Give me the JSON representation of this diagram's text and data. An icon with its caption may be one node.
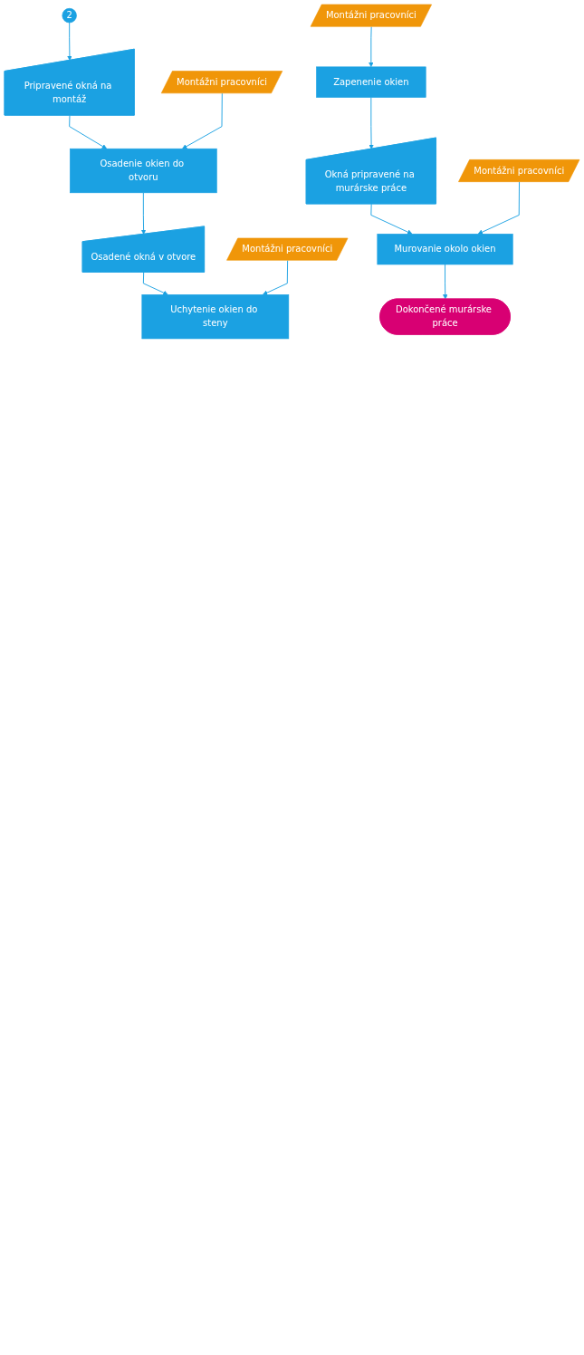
{
  "diagram": {
    "nodes": [
      {
        "text": [
          "2"
        ]
      },
      {
        "text": [
          "Pripravené okná na montáž"
        ]
      },
      {
        "text": [
          "Osadenie okien do otvoru"
        ]
      },
      {
        "text": [
          "Montážni pracovníci"
        ]
      },
      {
        "text": [
          "Osadené okná v otvore"
        ]
      },
      {
        "text": [
          "Uchytenie okien do steny"
        ]
      },
      {
        "text": [
          "Montážni pracovníci"
        ]
      },
      {
        "text": [
          "Zapenenie okien"
        ]
      },
      {
        "text": [
          "Montážni pracovníci"
        ]
      },
      {
        "text": [
          "Okná pripravené na murárske práce"
        ]
      },
      {
        "text": [
          "Murovanie okolo okien"
        ]
      },
      {
        "text": [
          "Montážni pracovníci"
        ]
      },
      {
        "text": [
          "Dokončené murárske práce"
        ]
      }
    ],
    "edges": [
      {
        "from": 0,
        "to": 1,
        "arrow": "to"
      },
      {
        "from": 1,
        "to": 2,
        "arrow": "to"
      },
      {
        "from": 3,
        "to": 2,
        "arrow": "to"
      },
      {
        "from": 2,
        "to": 4,
        "arrow": "to"
      },
      {
        "from": 4,
        "to": 5,
        "arrow": "to"
      },
      {
        "from": 6,
        "to": 5,
        "arrow": "to"
      },
      {
        "from": 8,
        "to": 7,
        "arrow": "to"
      },
      {
        "from": 7,
        "to": 9,
        "arrow": "to"
      },
      {
        "from": 9,
        "to": 10,
        "arrow": "to"
      },
      {
        "from": 11,
        "to": 10,
        "arrow": "to"
      },
      {
        "from": 10,
        "to": 12,
        "arrow": "to"
      }
    ]
  }
}
